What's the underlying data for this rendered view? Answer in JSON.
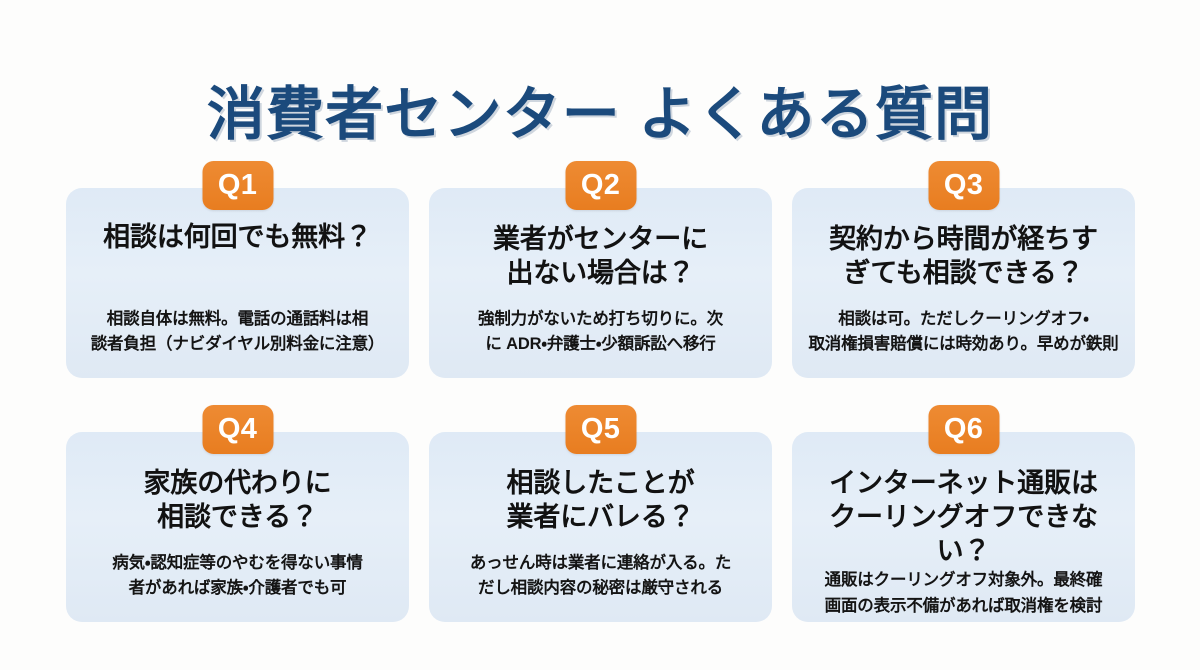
{
  "header": {
    "title": "消費者センター よくある質問",
    "title_color": "#1b4a7c"
  },
  "theme": {
    "page_background": "#fdfdfc",
    "card_background": "#e2ecf7",
    "badge_color": "#e87d20",
    "badge_text_color": "#ffffff",
    "text_color": "#121212"
  },
  "faq": {
    "items": [
      {
        "badge": "Q1",
        "question": "相談は何回でも無料？",
        "answer": "相談自体は無料。電話の通話料は相\n談者負担（ナビダイヤル別料金に注意）"
      },
      {
        "badge": "Q2",
        "question": "業者がセンターに\n出ない場合は？",
        "answer": "強制力がないため打ち切りに。次\nに  ADR・弁護士・少額訴訟へ移行"
      },
      {
        "badge": "Q3",
        "question": "契約から時間が経ちす\nぎても相談できる？",
        "answer": "相談は可。ただしクーリングオフ・\n取消権損害賠償には時効あり。早めが鉄則"
      },
      {
        "badge": "Q4",
        "question": "家族の代わりに\n相談できる？",
        "answer": "病気・認知症等のやむを得ない事情\n者があれば家族・介護者でも可"
      },
      {
        "badge": "Q5",
        "question": "相談したことが\n業者にバレる？",
        "answer": "あっせん時は業者に連絡が入る。た\nだし相談内容の秘密は厳守される"
      },
      {
        "badge": "Q6",
        "question": "インターネット通販は\nクーリングオフできない？",
        "answer": "通販はクーリングオフ対象外。最終確\n画面の表示不備があれば取消権を検討"
      }
    ]
  }
}
